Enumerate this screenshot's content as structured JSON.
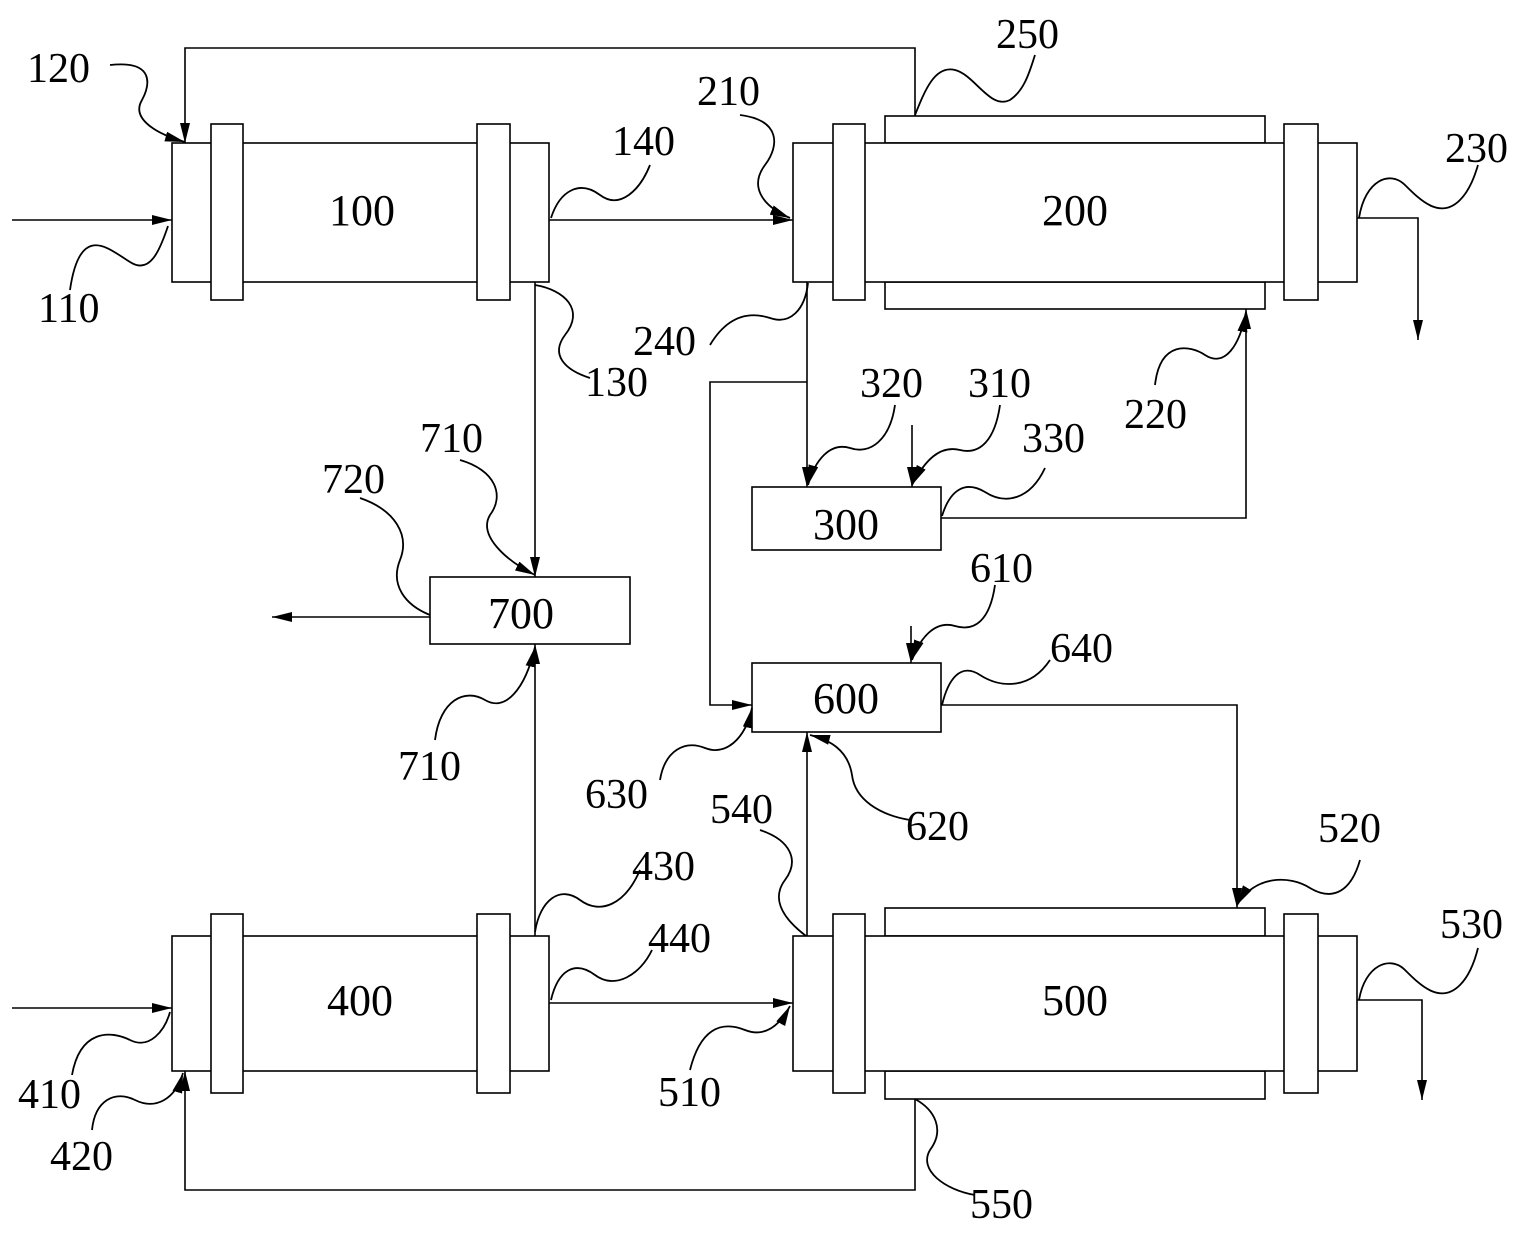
{
  "units": {
    "u100": "100",
    "u200": "200",
    "u300": "300",
    "u400": "400",
    "u500": "500",
    "u600": "600",
    "u700": "700"
  },
  "refs": {
    "r110": "110",
    "r120": "120",
    "r130": "130",
    "r140": "140",
    "r210": "210",
    "r220": "220",
    "r230": "230",
    "r240": "240",
    "r250": "250",
    "r310": "310",
    "r320": "320",
    "r330": "330",
    "r410": "410",
    "r420": "420",
    "r430": "430",
    "r440": "440",
    "r510": "510",
    "r520": "520",
    "r530": "530",
    "r540": "540",
    "r550": "550",
    "r610": "610",
    "r620": "620",
    "r630": "630",
    "r640": "640",
    "r710a": "710",
    "r710b": "710",
    "r720": "720"
  }
}
